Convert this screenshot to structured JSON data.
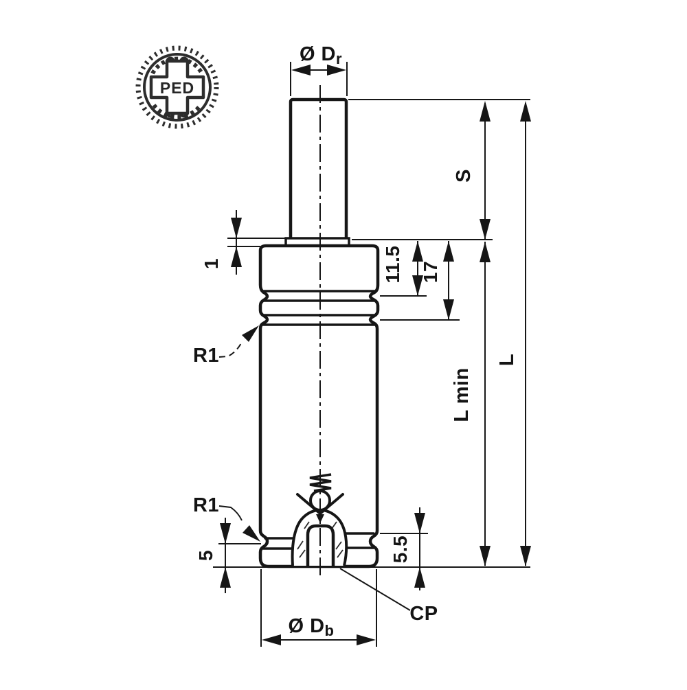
{
  "stamp": {
    "label": "PED"
  },
  "dimensions": {
    "rod_diameter": {
      "main": "Ø D",
      "sub": "r"
    },
    "body_diameter": {
      "main": "Ø D",
      "sub": "b"
    },
    "stroke": "S",
    "length_total": "L",
    "length_min": "L min",
    "head_height": "11.5",
    "head_to_groove": "17",
    "rod_step": "1",
    "radius_top": "R1",
    "radius_bottom": "R1",
    "bottom_flange": "5",
    "valve_depth": "5.5",
    "charging_port": "CP"
  }
}
